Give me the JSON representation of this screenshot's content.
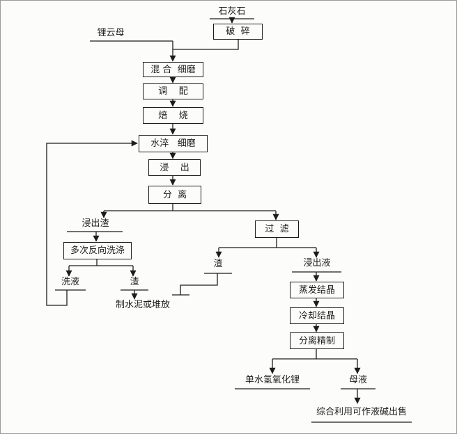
{
  "colors": {
    "ink": "#1c1c1c",
    "paper": "#fcfcfa"
  },
  "diagram_type": "process-flowchart",
  "nodes": {
    "limestone": "石灰石",
    "lepidolite": "锂云母",
    "crushing": "破  碎",
    "mix_fine_grind": "混 合  细磨",
    "blend": "调    配",
    "roast": "焙    烧",
    "water_quench_fine_grind": "水淬   细磨",
    "leach": "浸    出",
    "separate": "分  离",
    "leach_residue": "浸出渣",
    "countercurrent_wash": "多次反向洗涤",
    "wash_liquid": "洗液",
    "wash_residue": "渣",
    "cement_or_stockpile": "制水泥或堆放",
    "filter": "过  滤",
    "filter_residue": "渣",
    "leach_liquor": "浸出液",
    "evaporative_crystallization": "蒸发结晶",
    "cooling_crystallization": "冷却结晶",
    "separation_refining": "分离精制",
    "lithium_hydroxide_monohydrate": "单水氢氧化锂",
    "mother_liquor": "母液",
    "comprehensive_utilization": "综合利用可作液碱出售"
  }
}
